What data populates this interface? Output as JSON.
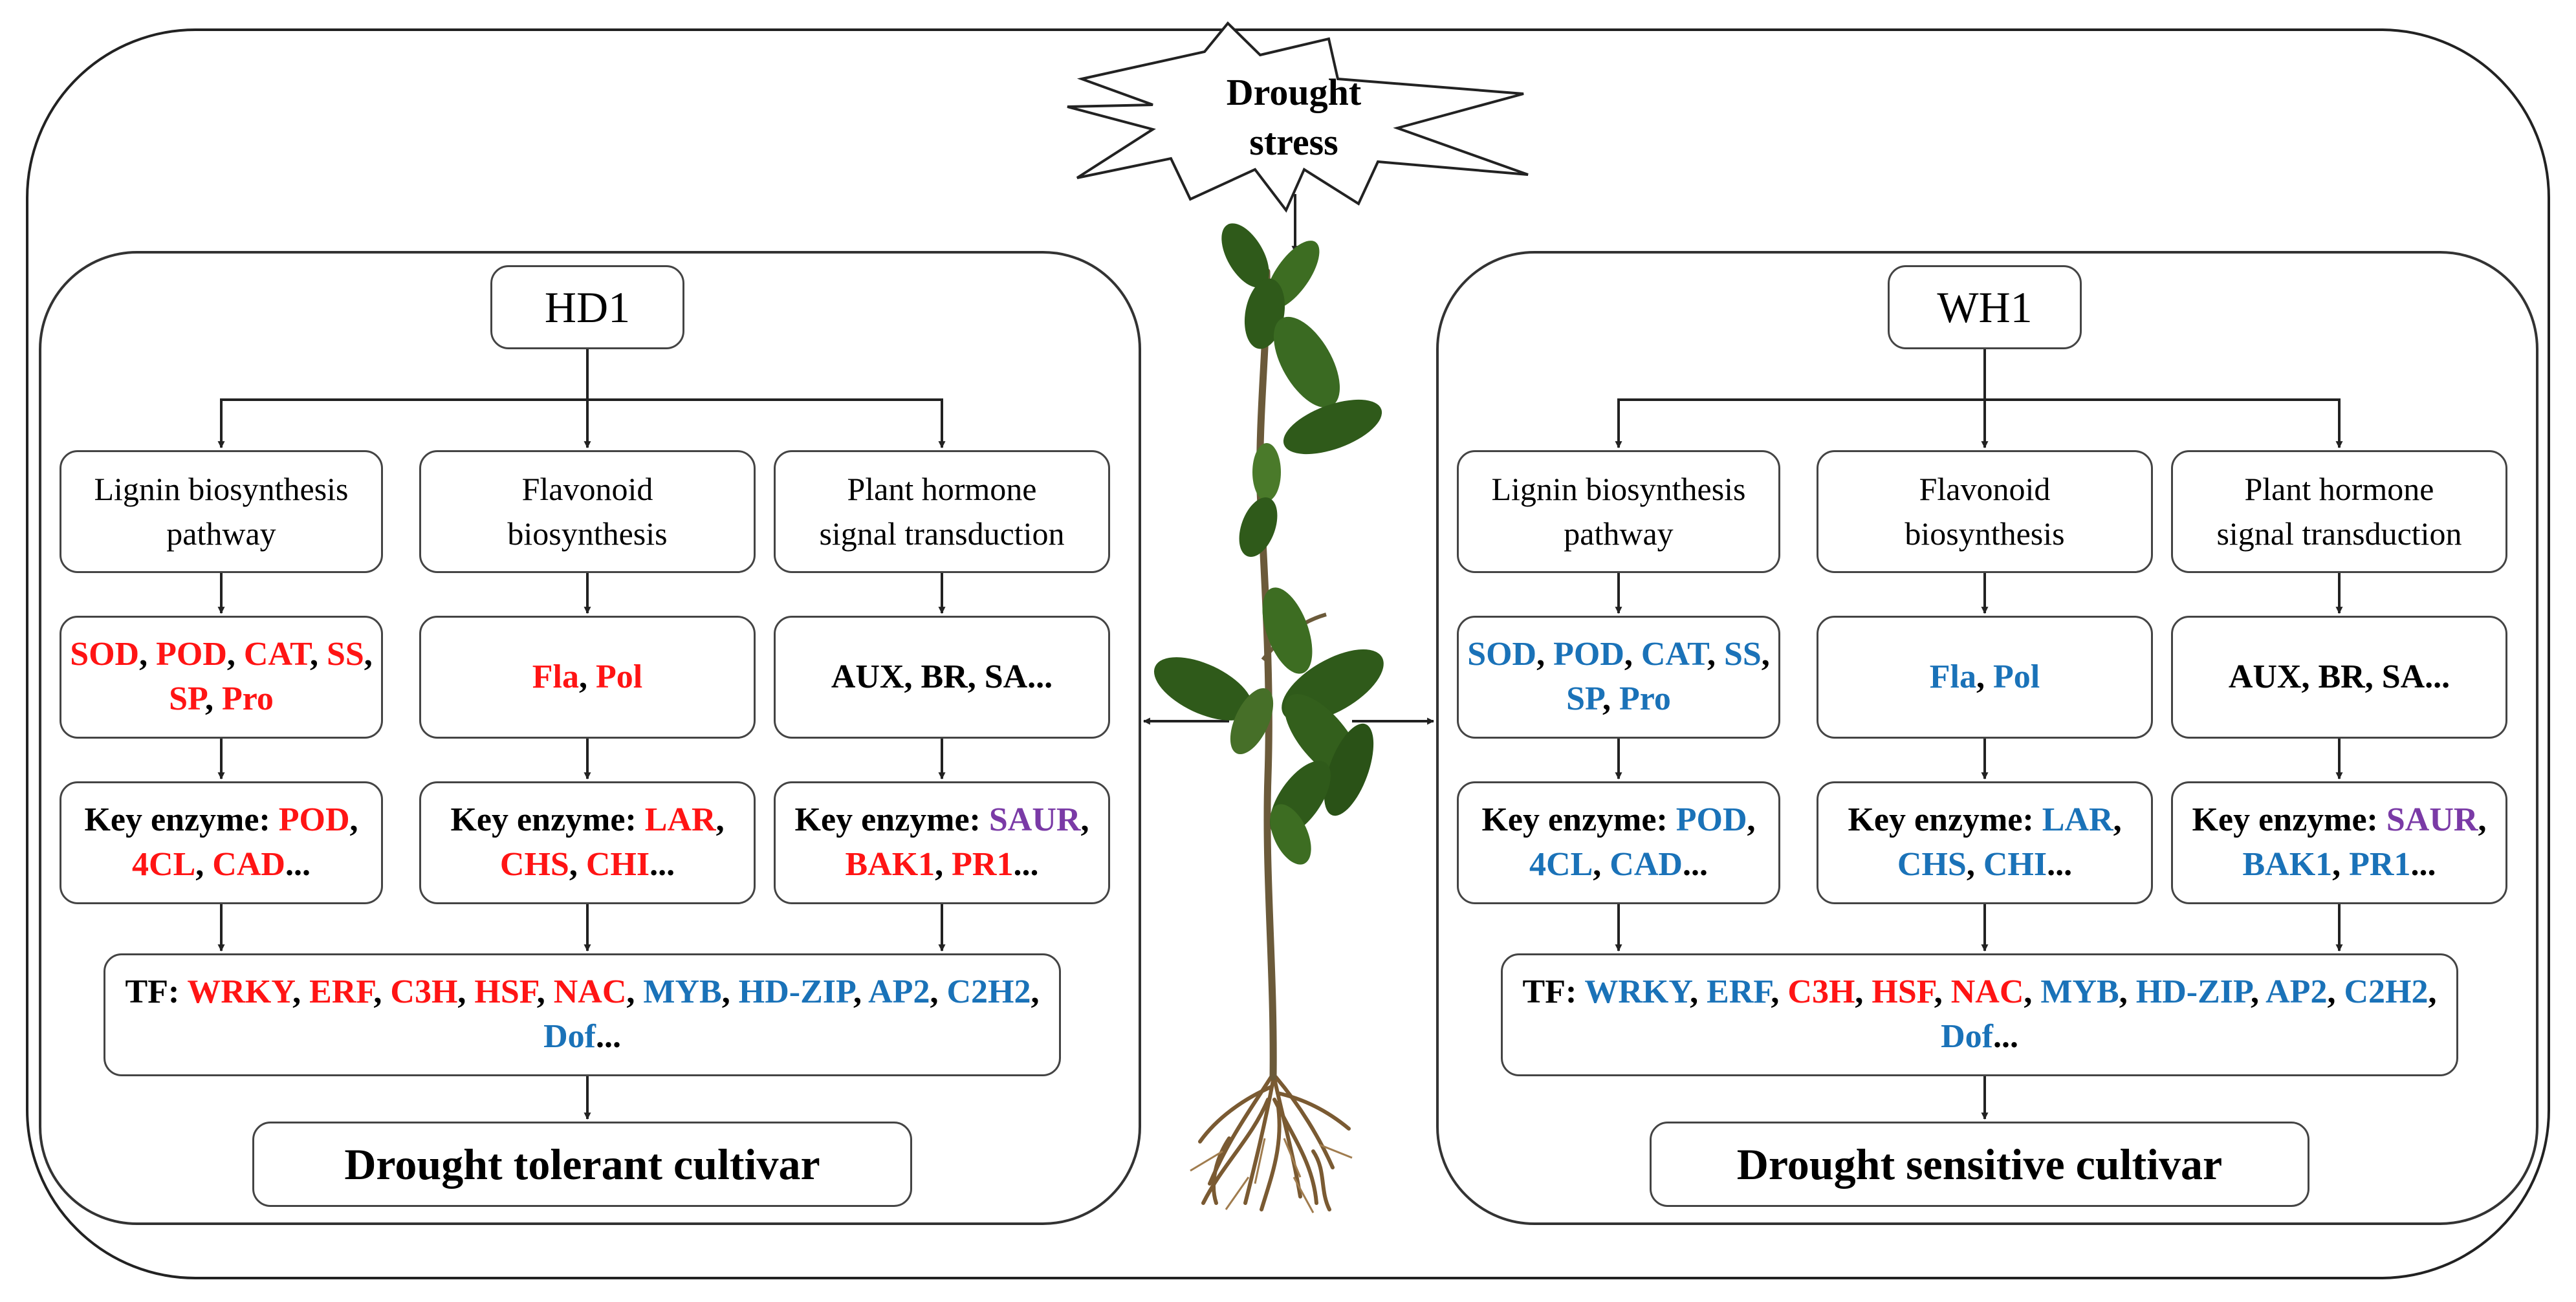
{
  "stress": {
    "line1": "Drought",
    "line2": "stress"
  },
  "colors": {
    "up": "#ff1414",
    "down": "#1a72b8",
    "mixed": "#7a3aa6",
    "plain": "#000000"
  },
  "panels": [
    {
      "id": "hd1",
      "cultivar": "HD1",
      "outcome": "Drought tolerant cultivar",
      "pathways": [
        {
          "line1": "Lignin biosynthesis",
          "line2": "pathway"
        },
        {
          "line1": "Flavonoid",
          "line2": "biosynthesis"
        },
        {
          "line1": "Plant hormone",
          "line2": "signal transduction"
        }
      ],
      "metabolites": [
        [
          [
            {
              "t": "SOD",
              "c": "r"
            },
            {
              "t": ", ",
              "c": "k"
            },
            {
              "t": "POD",
              "c": "r"
            },
            {
              "t": ", ",
              "c": "k"
            },
            {
              "t": "CAT",
              "c": "r"
            },
            {
              "t": ", ",
              "c": "k"
            },
            {
              "t": "SS",
              "c": "r"
            },
            {
              "t": ",",
              "c": "k"
            }
          ],
          [
            {
              "t": "SP",
              "c": "r"
            },
            {
              "t": ", ",
              "c": "k"
            },
            {
              "t": "Pro",
              "c": "r"
            }
          ]
        ],
        [
          [
            {
              "t": "Fla",
              "c": "r"
            },
            {
              "t": ", ",
              "c": "k"
            },
            {
              "t": "Pol",
              "c": "r"
            }
          ]
        ],
        [
          [
            {
              "t": "AUX, BR, SA...",
              "c": "k"
            }
          ]
        ]
      ],
      "enzymes": [
        [
          [
            {
              "t": "Key enzyme: ",
              "c": "k"
            },
            {
              "t": "POD",
              "c": "r"
            },
            {
              "t": ",",
              "c": "k"
            }
          ],
          [
            {
              "t": "4CL",
              "c": "r"
            },
            {
              "t": ", ",
              "c": "k"
            },
            {
              "t": "CAD",
              "c": "r"
            },
            {
              "t": "...",
              "c": "k"
            }
          ]
        ],
        [
          [
            {
              "t": "Key enzyme: ",
              "c": "k"
            },
            {
              "t": "LAR",
              "c": "r"
            },
            {
              "t": ",",
              "c": "k"
            }
          ],
          [
            {
              "t": "CHS",
              "c": "r"
            },
            {
              "t": ", ",
              "c": "k"
            },
            {
              "t": "CHI",
              "c": "r"
            },
            {
              "t": "...",
              "c": "k"
            }
          ]
        ],
        [
          [
            {
              "t": "Key enzyme: ",
              "c": "k"
            },
            {
              "t": "SAUR",
              "c": "p"
            },
            {
              "t": ",",
              "c": "k"
            }
          ],
          [
            {
              "t": "BAK1",
              "c": "r"
            },
            {
              "t": ", ",
              "c": "k"
            },
            {
              "t": "PR1",
              "c": "r"
            },
            {
              "t": "...",
              "c": "k"
            }
          ]
        ]
      ],
      "tf": [
        [
          {
            "t": "TF: ",
            "c": "k"
          },
          {
            "t": "WRKY",
            "c": "r"
          },
          {
            "t": ", ",
            "c": "k"
          },
          {
            "t": "ERF",
            "c": "r"
          },
          {
            "t": ", ",
            "c": "k"
          },
          {
            "t": "C3H",
            "c": "r"
          },
          {
            "t": ", ",
            "c": "k"
          },
          {
            "t": "HSF",
            "c": "r"
          },
          {
            "t": ", ",
            "c": "k"
          },
          {
            "t": "NAC",
            "c": "r"
          },
          {
            "t": ", ",
            "c": "k"
          },
          {
            "t": "MYB",
            "c": "b"
          },
          {
            "t": ", ",
            "c": "k"
          },
          {
            "t": "HD-ZIP",
            "c": "b"
          },
          {
            "t": ", ",
            "c": "k"
          },
          {
            "t": "AP2",
            "c": "b"
          },
          {
            "t": ", ",
            "c": "k"
          },
          {
            "t": "C2H2",
            "c": "b"
          },
          {
            "t": ",",
            "c": "k"
          }
        ],
        [
          {
            "t": "Dof",
            "c": "b"
          },
          {
            "t": "...",
            "c": "k"
          }
        ]
      ]
    },
    {
      "id": "wh1",
      "cultivar": "WH1",
      "outcome": "Drought sensitive cultivar",
      "pathways": [
        {
          "line1": "Lignin biosynthesis",
          "line2": "pathway"
        },
        {
          "line1": "Flavonoid",
          "line2": "biosynthesis"
        },
        {
          "line1": "Plant hormone",
          "line2": "signal transduction"
        }
      ],
      "metabolites": [
        [
          [
            {
              "t": "SOD",
              "c": "b"
            },
            {
              "t": ", ",
              "c": "k"
            },
            {
              "t": "POD",
              "c": "b"
            },
            {
              "t": ", ",
              "c": "k"
            },
            {
              "t": "CAT",
              "c": "b"
            },
            {
              "t": ", ",
              "c": "k"
            },
            {
              "t": "SS",
              "c": "b"
            },
            {
              "t": ",",
              "c": "k"
            }
          ],
          [
            {
              "t": "SP",
              "c": "b"
            },
            {
              "t": ", ",
              "c": "k"
            },
            {
              "t": "Pro",
              "c": "b"
            }
          ]
        ],
        [
          [
            {
              "t": "Fla",
              "c": "b"
            },
            {
              "t": ", ",
              "c": "k"
            },
            {
              "t": "Pol",
              "c": "b"
            }
          ]
        ],
        [
          [
            {
              "t": "AUX, BR, SA...",
              "c": "k"
            }
          ]
        ]
      ],
      "enzymes": [
        [
          [
            {
              "t": "Key enzyme: ",
              "c": "k"
            },
            {
              "t": "POD",
              "c": "b"
            },
            {
              "t": ",",
              "c": "k"
            }
          ],
          [
            {
              "t": "4CL",
              "c": "b"
            },
            {
              "t": ", ",
              "c": "k"
            },
            {
              "t": "CAD",
              "c": "b"
            },
            {
              "t": "...",
              "c": "k"
            }
          ]
        ],
        [
          [
            {
              "t": "Key enzyme: ",
              "c": "k"
            },
            {
              "t": "LAR",
              "c": "b"
            },
            {
              "t": ",",
              "c": "k"
            }
          ],
          [
            {
              "t": "CHS",
              "c": "b"
            },
            {
              "t": ", ",
              "c": "k"
            },
            {
              "t": "CHI",
              "c": "b"
            },
            {
              "t": "...",
              "c": "k"
            }
          ]
        ],
        [
          [
            {
              "t": "Key enzyme: ",
              "c": "k"
            },
            {
              "t": "SAUR",
              "c": "p"
            },
            {
              "t": ",",
              "c": "k"
            }
          ],
          [
            {
              "t": "BAK1",
              "c": "b"
            },
            {
              "t": ", ",
              "c": "k"
            },
            {
              "t": "PR1",
              "c": "b"
            },
            {
              "t": "...",
              "c": "k"
            }
          ]
        ]
      ],
      "tf": [
        [
          {
            "t": "TF: ",
            "c": "k"
          },
          {
            "t": "WRKY",
            "c": "b"
          },
          {
            "t": ", ",
            "c": "k"
          },
          {
            "t": "ERF",
            "c": "b"
          },
          {
            "t": ", ",
            "c": "k"
          },
          {
            "t": "C3H",
            "c": "r"
          },
          {
            "t": ", ",
            "c": "k"
          },
          {
            "t": "HSF",
            "c": "r"
          },
          {
            "t": ", ",
            "c": "k"
          },
          {
            "t": "NAC",
            "c": "r"
          },
          {
            "t": ", ",
            "c": "k"
          },
          {
            "t": "MYB",
            "c": "b"
          },
          {
            "t": ", ",
            "c": "k"
          },
          {
            "t": "HD-ZIP",
            "c": "b"
          },
          {
            "t": ", ",
            "c": "k"
          },
          {
            "t": "AP2",
            "c": "b"
          },
          {
            "t": ", ",
            "c": "k"
          },
          {
            "t": "C2H2",
            "c": "b"
          },
          {
            "t": ",",
            "c": "k"
          }
        ],
        [
          {
            "t": "Dof",
            "c": "b"
          },
          {
            "t": "...",
            "c": "k"
          }
        ]
      ]
    }
  ]
}
